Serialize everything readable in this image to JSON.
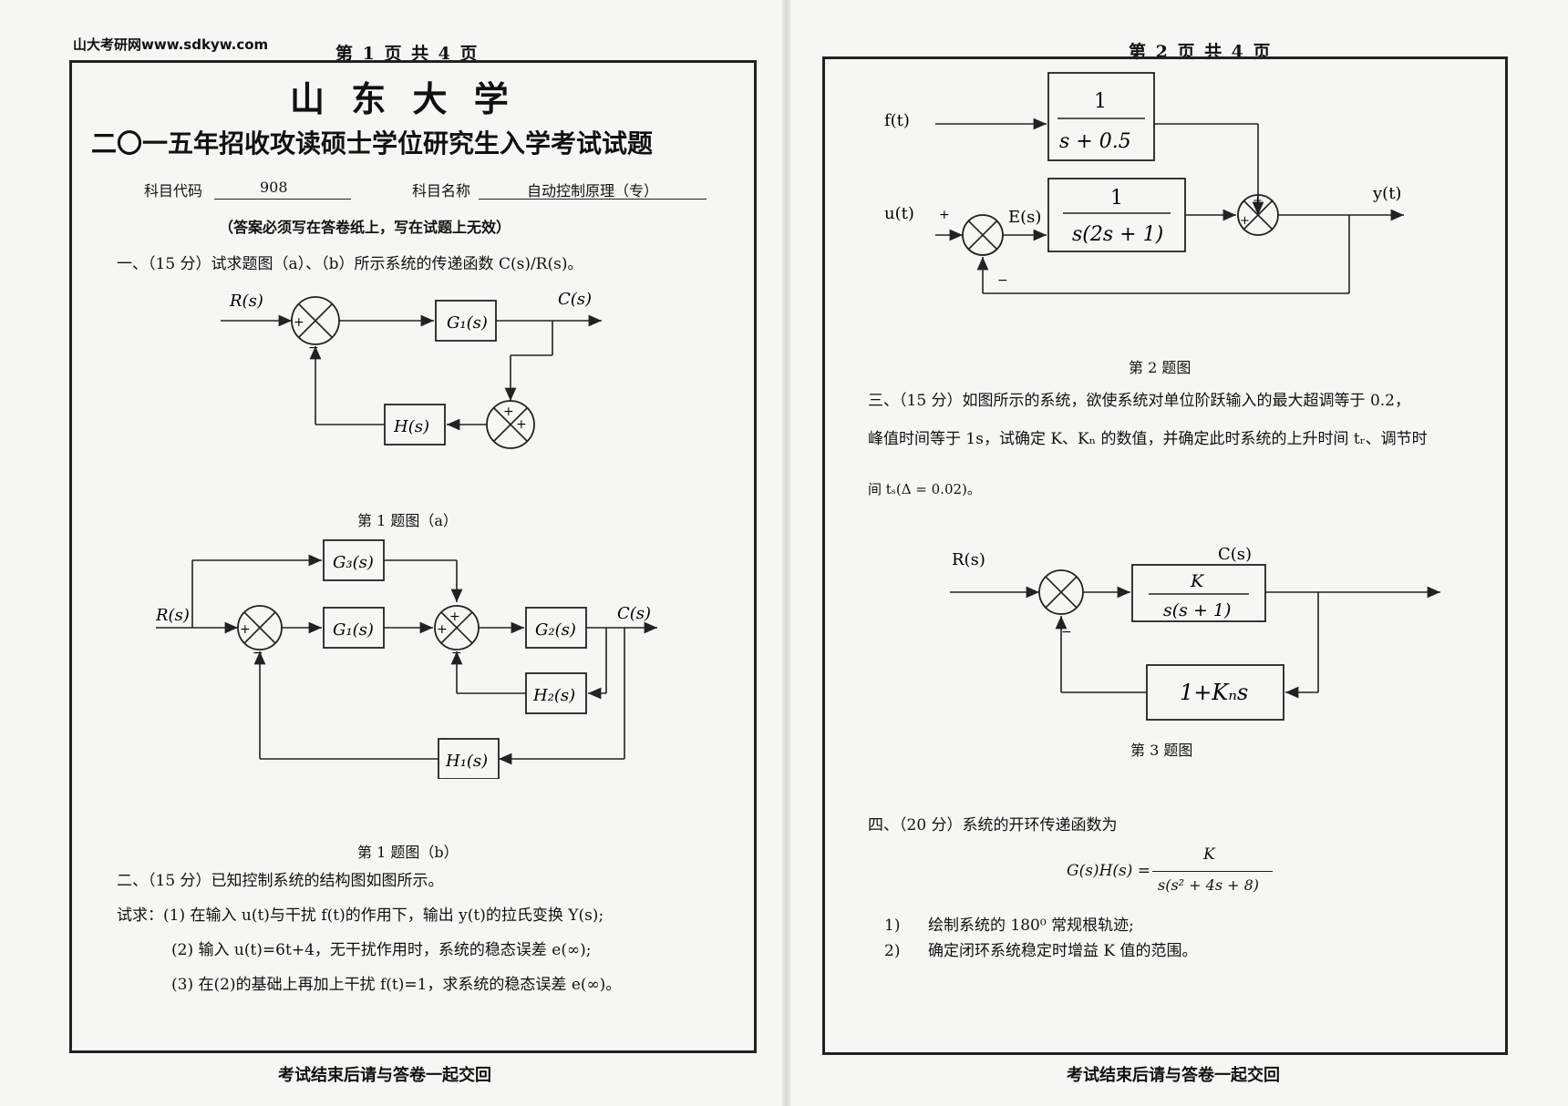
{
  "left": {
    "watermark": "山大考研网www.sdkyw.com",
    "page_header": "第 1 页   共 4 页",
    "university": "山  东  大  学",
    "exam_title": "二〇一五年招收攻读硕士学位研究生入学考试试题",
    "subject_code_label": "科目代码",
    "subject_code": "908",
    "subject_name_label": "科目名称",
    "subject_name": "自动控制原理（专）",
    "notice": "（答案必须写在答卷纸上，写在试题上无效）",
    "q1": "一、（15 分）试求题图（a）、（b）所示系统的传递函数 C(s)/R(s)。",
    "fig1a_caption": "第 1 题图（a）",
    "fig1b_caption": "第 1 题图（b）",
    "q2_intro": "二、（15 分）已知控制系统的结构图如图所示。",
    "q2_item1": "试求：(1)  在输入 u(t)与干扰 f(t)的作用下，输出 y(t)的拉氏变换 Y(s);",
    "q2_item2": "(2)  输入 u(t)=6t+4，无干扰作用时，系统的稳态误差 e(∞);",
    "q2_item3": "(3)  在(2)的基础上再加上干扰 f(t)=1，求系统的稳态误差 e(∞)。",
    "footer": "考试结束后请与答卷一起交回",
    "fig_a": {
      "R": "R(s)",
      "C": "C(s)",
      "G1": "G₁(s)",
      "H": "H(s)"
    },
    "fig_b": {
      "R": "R(s)",
      "C": "C(s)",
      "G1": "G₁(s)",
      "G2": "G₂(s)",
      "G3": "G₃(s)",
      "H1": "H₁(s)",
      "H2": "H₂(s)"
    }
  },
  "right": {
    "page_header": "第 2 页   共 4 页",
    "fig2": {
      "f": "f(t)",
      "u": "u(t)",
      "E": "E(s)",
      "y": "y(t)",
      "num1": "1",
      "den1": "s + 0.5",
      "num2": "1",
      "den2": "s(2s + 1)"
    },
    "fig2_caption": "第 2 题图",
    "q3_line1": "三、（15 分）如图所示的系统，欲使系统对单位阶跃输入的最大超调等于 0.2，",
    "q3_line2": "峰值时间等于 1s，试确定 K、Kₙ 的数值，并确定此时系统的上升时间 tᵣ、调节时",
    "q3_line3": "间 tₛ(Δ = 0.02)。",
    "fig3": {
      "R": "R(s)",
      "C": "C(s)",
      "num": "K",
      "den": "s(s + 1)",
      "fb": "1+Kₙs"
    },
    "fig3_caption": "第 3 题图",
    "q4_intro": "四、（20 分）系统的开环传递函数为",
    "q4_lhs": "G(s)H(s) =",
    "q4_num": "K",
    "q4_den": "s(s² + 4s + 8)",
    "q4_item1_num": "1)",
    "q4_item1": "绘制系统的 180⁰ 常规根轨迹;",
    "q4_item2_num": "2)",
    "q4_item2": "确定闭环系统稳定时增益 K 值的范围。",
    "footer": "考试结束后请与答卷一起交回"
  }
}
